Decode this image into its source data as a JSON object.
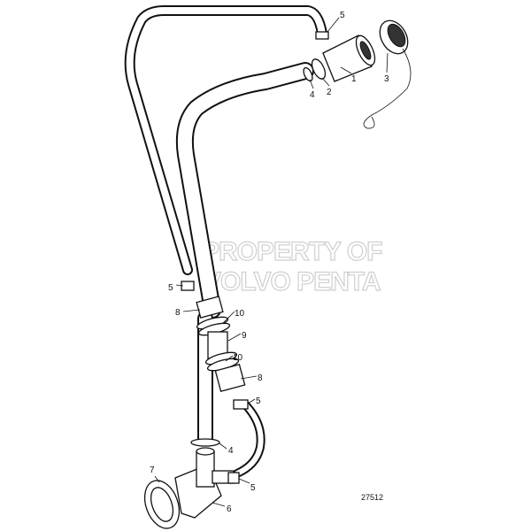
{
  "watermark": {
    "line1": "PROPERTY OF",
    "line2": "VOLVO PENTA"
  },
  "drawing_number": "27512",
  "callouts": [
    {
      "id": "c1",
      "label": "1"
    },
    {
      "id": "c2",
      "label": "2"
    },
    {
      "id": "c3",
      "label": "3"
    },
    {
      "id": "c4a",
      "label": "4"
    },
    {
      "id": "c5a",
      "label": "5"
    },
    {
      "id": "c5b",
      "label": "5"
    },
    {
      "id": "c8a",
      "label": "8"
    },
    {
      "id": "c10a",
      "label": "10"
    },
    {
      "id": "c9",
      "label": "9"
    },
    {
      "id": "c10b",
      "label": "10"
    },
    {
      "id": "c8b",
      "label": "8"
    },
    {
      "id": "c5c",
      "label": "5"
    },
    {
      "id": "c4b",
      "label": "4"
    },
    {
      "id": "c7",
      "label": "7"
    },
    {
      "id": "c5d",
      "label": "5"
    },
    {
      "id": "c6",
      "label": "6"
    }
  ]
}
